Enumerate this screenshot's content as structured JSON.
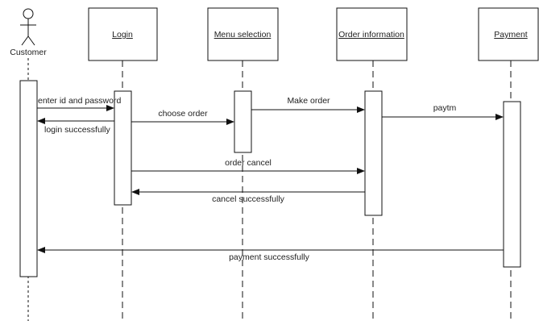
{
  "actor": {
    "name": "Customer"
  },
  "lifelines": [
    {
      "id": "login",
      "name": "Login"
    },
    {
      "id": "menu",
      "name": "Menu selection"
    },
    {
      "id": "order",
      "name": "Order information"
    },
    {
      "id": "payment",
      "name": "Payment"
    }
  ],
  "messages": [
    {
      "id": "m1",
      "from": "customer",
      "to": "login",
      "label": "enter id and password",
      "kind": "sync"
    },
    {
      "id": "m2",
      "from": "login",
      "to": "customer",
      "label": "login successfully",
      "kind": "return"
    },
    {
      "id": "m3",
      "from": "login",
      "to": "menu",
      "label": "choose order",
      "kind": "sync"
    },
    {
      "id": "m4",
      "from": "menu",
      "to": "order",
      "label": "Make order",
      "kind": "sync"
    },
    {
      "id": "m5",
      "from": "order",
      "to": "payment",
      "label": "paytm",
      "kind": "sync"
    },
    {
      "id": "m6",
      "from": "login",
      "to": "order",
      "label": "order cancel",
      "kind": "sync"
    },
    {
      "id": "m7",
      "from": "order",
      "to": "login",
      "label": "cancel successfully",
      "kind": "return"
    },
    {
      "id": "m8",
      "from": "payment",
      "to": "customer",
      "label": "payment successfully",
      "kind": "return"
    }
  ]
}
